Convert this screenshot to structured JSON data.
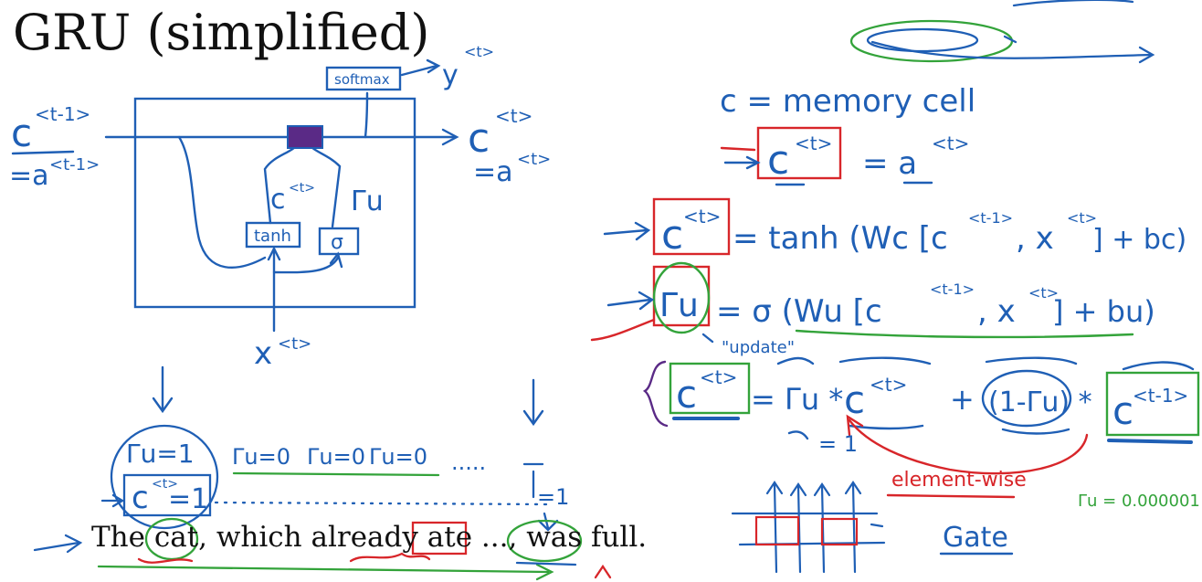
{
  "slide": {
    "title": "GRU (simplified)",
    "sentence": {
      "w1": "The",
      "w2": "cat",
      "w3": ", which already",
      "w4": "ate",
      "w5": "...,",
      "w6": "was",
      "w7": "full."
    }
  },
  "diagram": {
    "c_prev": "c",
    "c_prev_sup": "<t-1>",
    "a_prev": "=a",
    "a_prev_sup": "<t-1>",
    "c_out": "c",
    "c_out_sup": "<t>",
    "a_out": "=a",
    "a_out_sup": "<t>",
    "softmax_label": "softmax",
    "y_hat": "y",
    "y_hat_sup": "<t>",
    "tanh_label": "tanh",
    "sigma_label": "σ",
    "c_tilde": "c",
    "c_tilde_sup": "<t>",
    "gamma_u": "Γu",
    "x_in": "x",
    "x_in_sup": "<t>"
  },
  "equations": {
    "memory_def": "c = memory cell",
    "eq1_lhs": "c",
    "eq1_sup": "<t>",
    "eq1_rhs": "= a",
    "eq1_rhs_sup": "<t>",
    "eq2_lhs": "c",
    "eq2_sup": "<t>",
    "eq2_rhs": "= tanh (Wc [c",
    "eq2_rhs_sup1": "<t-1>",
    "eq2_rhs_mid": ", x",
    "eq2_rhs_sup2": "<t>",
    "eq2_rhs_end": "] + bc)",
    "eq3_lhs": "Γu",
    "eq3_rhs": "= σ (Wu [c",
    "eq3_rhs_sup1": "<t-1>",
    "eq3_rhs_mid": ", x",
    "eq3_rhs_sup2": "<t>",
    "eq3_rhs_end": "] + bu)",
    "update_note": "\"update\"",
    "eq4_lhs": "c",
    "eq4_sup": "<t>",
    "eq4_gamma": "= Γu *",
    "eq4_ctilde": "c",
    "eq4_ctilde_sup": "<t>",
    "eq4_plus": "+",
    "eq4_one_minus": "(1-Γu) *",
    "eq4_cprev": "c",
    "eq4_cprev_sup": "<t-1>",
    "gamma_one": "= 1",
    "elementwise": "element-wise",
    "gamma_small": "Γu = 0.000001",
    "gate": "Gate"
  },
  "timeline": {
    "gu1": "Γu=1",
    "c1": "c",
    "c1_sup": "<t>",
    "c1_eq": "=1",
    "gu0_a": "Γu=0",
    "gu0_b": "Γu=0",
    "gu0_c": "Γu=0",
    "dots": ".....",
    "t_eq": "=1"
  },
  "colors": {
    "ink_blue": "#1f5fb5",
    "ink_red": "#d8262a",
    "ink_green": "#33a33a",
    "ink_purple": "#5a2a86",
    "text_black": "#111111"
  }
}
